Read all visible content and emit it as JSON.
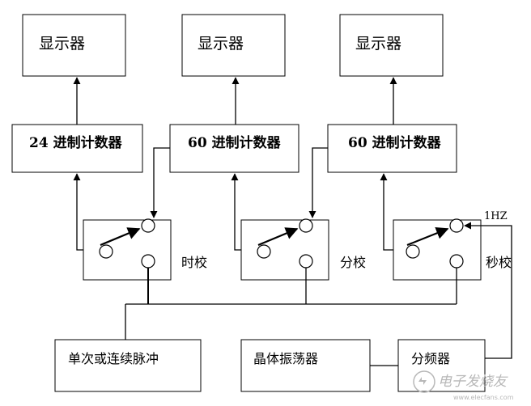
{
  "displays": [
    "显示器",
    "显示器",
    "显示器"
  ],
  "counters": [
    "24 进制计数器",
    "60 进制计数器",
    "60 进制计数器"
  ],
  "switches": [
    "时校",
    "分校",
    "秒校"
  ],
  "pulse_source": "单次或连续脉冲",
  "oscillator": "晶体振荡器",
  "divider": "分频器",
  "freq_label": "1HZ",
  "watermark": {
    "text": "电子发烧友",
    "url": "www.elecfans.com",
    "icon": "watermark-logo-icon"
  }
}
